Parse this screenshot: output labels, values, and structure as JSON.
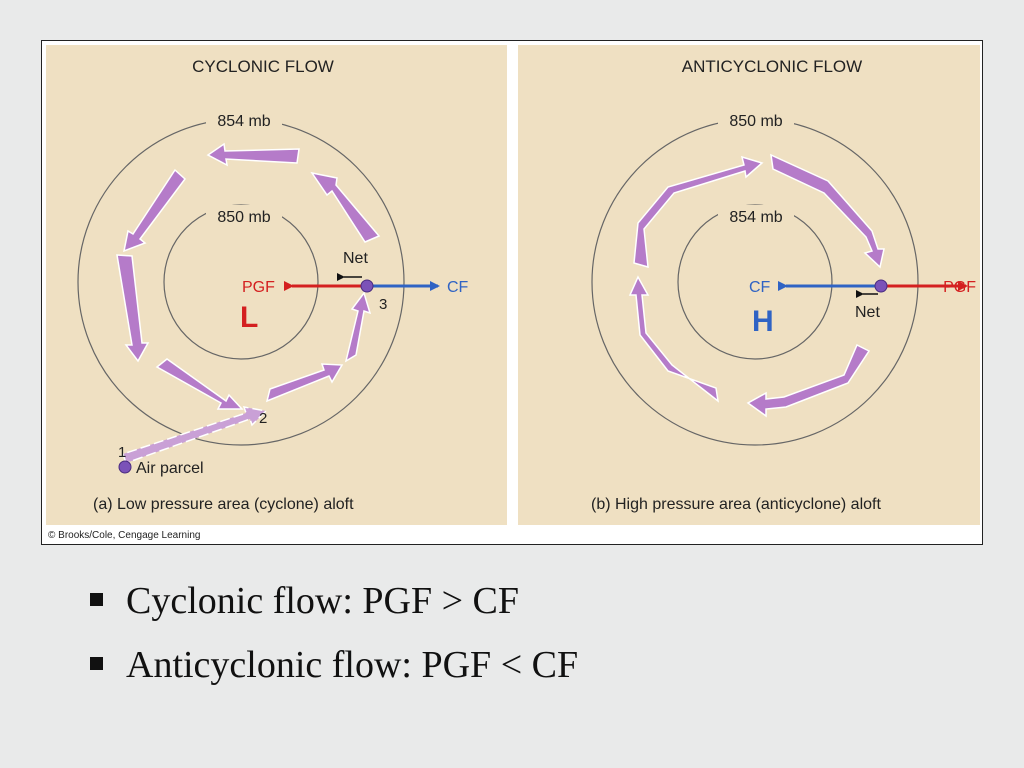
{
  "figure": {
    "credit": "© Brooks/Cole, Cengage Learning",
    "colors": {
      "pgf": "#d42020",
      "cf": "#2f63c4",
      "arrow": "#b57bc9",
      "panel": "#efe0c2"
    },
    "panel_a": {
      "title": "CYCLONIC FLOW",
      "outer_isobar": "854 mb",
      "inner_isobar": "850 mb",
      "pgf": "PGF",
      "cf": "CF",
      "net": "Net",
      "center": "L",
      "point1": "1",
      "point2": "2",
      "point3": "3",
      "parcel": "Air parcel",
      "caption": "(a) Low pressure area (cyclone) aloft"
    },
    "panel_b": {
      "title": "ANTICYCLONIC FLOW",
      "outer_isobar": "850 mb",
      "inner_isobar": "854 mb",
      "pgf": "PGF",
      "cf": "CF",
      "net": "Net",
      "center": "H",
      "caption": "(b) High pressure area (anticyclone) aloft"
    }
  },
  "bullets": [
    "Cyclonic flow: PGF > CF",
    "Anticyclonic flow: PGF < CF"
  ]
}
